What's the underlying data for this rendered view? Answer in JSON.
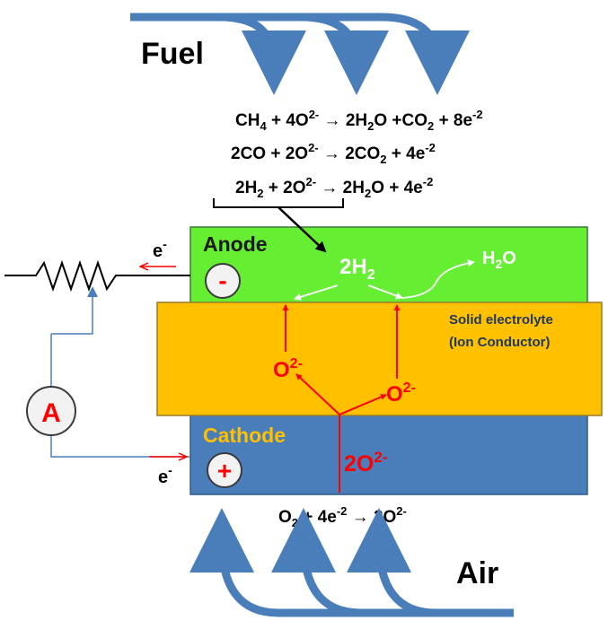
{
  "labels": {
    "fuel": "Fuel",
    "air": "Air",
    "anode": "Anode",
    "cathode": "Cathode",
    "anode_sign": "-",
    "cathode_sign": "+",
    "ammeter": "A",
    "electrolyte_line1": "Solid electrolyte",
    "electrolyte_line2": "(Ion Conductor)",
    "electron_anode": "e",
    "electron_cathode": "e",
    "electron_charge": "-"
  },
  "reactions": {
    "eq1": {
      "a": "CH",
      "a_sub": "4",
      "b": " + 4O",
      "b_sup": "2-",
      "arrow": "  →  ",
      "c": "2H",
      "c_sub": "2",
      "d": "O +CO",
      "d_sub": "2",
      "e": " + 8e",
      "e_sup": "-2"
    },
    "eq2": {
      "a": "2CO + 2O",
      "a_sup": "2-",
      "arrow": "  →  ",
      "b": "2CO",
      "b_sub": "2",
      "c": " + 4e",
      "c_sup": "-2"
    },
    "eq3": {
      "a": "2H",
      "a_sub": "2",
      "b": " + 2O",
      "b_sup": "2-",
      "arrow": " → ",
      "c": "2H",
      "c_sub": "2",
      "d": "O + 4e",
      "d_sup": "-2"
    },
    "cathode_eq": {
      "a": "O",
      "a_sub": "2",
      "b": " + 4e",
      "b_sup": "-2",
      "arrow": " → ",
      "c": "2O",
      "c_sup": "2-"
    }
  },
  "species": {
    "h2_main": "2H",
    "h2_sub": "2",
    "water": "H",
    "water_sub": "2",
    "water_end": "O",
    "oxide_left": "O",
    "oxide_left_sup": "2-",
    "oxide_right": "O",
    "oxide_right_sup": "2-",
    "oxide_cathode": "2O",
    "oxide_cathode_sup": "2-"
  },
  "colors": {
    "anode": "#66ee33",
    "cathode": "#4a7ebb",
    "electrolyte": "#ffc000",
    "flow_arrow": "#4a7ebb",
    "ion_red": "#ff0000",
    "cathode_label": "#ffc000",
    "electrolyte_text": "#1f3864",
    "white": "#ffffff"
  }
}
